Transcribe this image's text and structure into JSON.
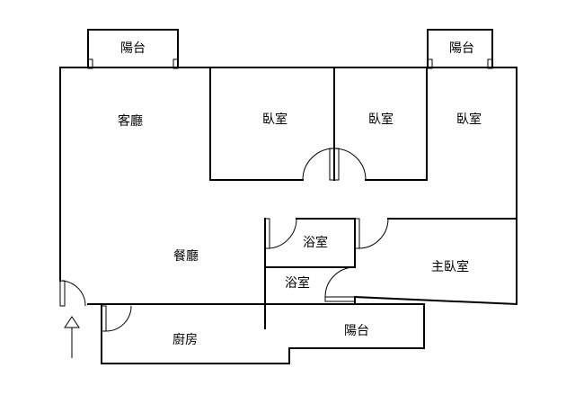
{
  "floorplan": {
    "rooms": {
      "balcony_left": "陽台",
      "balcony_right": "陽台",
      "living_room": "客廳",
      "bedroom_1": "臥室",
      "bedroom_2": "臥室",
      "bedroom_3": "臥室",
      "dining_room": "餐廳",
      "bathroom_1": "浴室",
      "bathroom_2": "浴室",
      "master_bedroom": "主臥室",
      "kitchen": "廚房",
      "balcony_bottom": "陽台"
    },
    "entrance_arrow_icon": "up-arrow-icon"
  }
}
